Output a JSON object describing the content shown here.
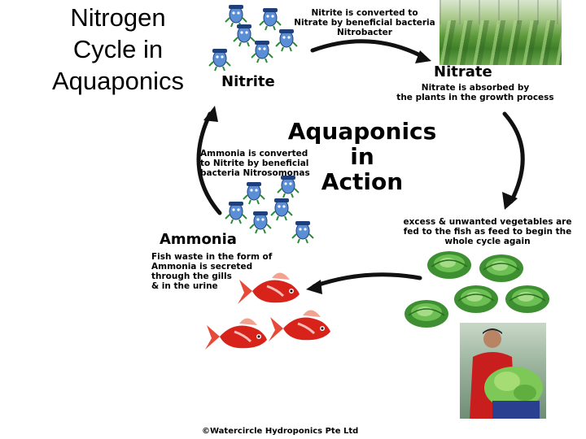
{
  "slide": {
    "title_lines": [
      "Nitrogen",
      "Cycle in",
      "Aquaponics"
    ]
  },
  "diagram": {
    "center_title_lines": [
      "Aquaponics",
      "in",
      "Action"
    ],
    "nitrite": {
      "label": "Nitrite",
      "note_lines": [
        "Nitrite is converted to",
        "Nitrate by beneficial bacteria",
        "Nitrobacter"
      ]
    },
    "nitrate": {
      "label": "Nitrate",
      "note_lines": [
        "Nitrate is absorbed by",
        "the plants in the growth process"
      ]
    },
    "ammonia": {
      "label": "Ammonia",
      "note_lines": [
        "Fish waste in the form of",
        "Ammonia is secreted",
        "through the gills",
        "& in the urine"
      ]
    },
    "ammonia_to_nitrite_lines": [
      "Ammonia  is converted",
      "to Nitrite by beneficial",
      "bacteria Nitrosomonas"
    ],
    "vegetables_lines": [
      "excess & unwanted vegetables are",
      "fed to the fish as feed to begin the",
      "whole cycle again"
    ],
    "copyright": "©Watercircle Hydroponics Pte Ltd"
  },
  "colors": {
    "arrow": "#111111",
    "fish": "#d8231a",
    "cabbage": "#3e8f32",
    "bacteria": "#3a6fbf"
  },
  "icons": [
    "bacteria-icon",
    "fish-icon",
    "cabbage-icon",
    "greenhouse-photo",
    "farmer-photo"
  ]
}
